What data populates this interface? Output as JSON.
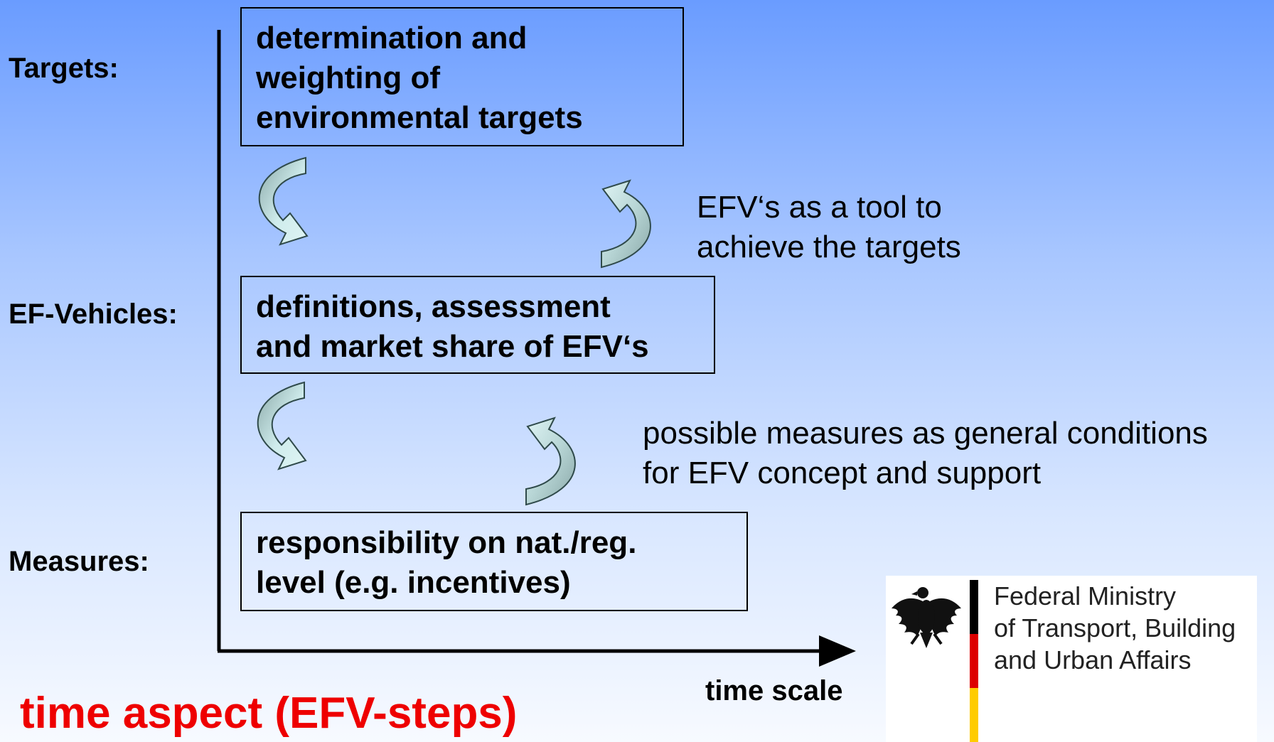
{
  "rows": {
    "targets_label": "Targets:",
    "vehicles_label": "EF-Vehicles:",
    "measures_label": "Measures:"
  },
  "boxes": {
    "targets": "determination and\nweighting of\nenvironmental targets",
    "vehicles": "definitions, assessment\nand market share of EFV‘s",
    "measures": "responsibility on nat./reg.\nlevel (e.g. incentives)"
  },
  "notes": {
    "tool": "EFV‘s as a tool to\nachieve the targets",
    "measures": "possible measures as general conditions\nfor EFV concept and support"
  },
  "axis": {
    "time_scale": "time scale"
  },
  "subtitle": "time aspect (EFV-steps)",
  "logo": {
    "text": "Federal Ministry\nof Transport, Building\nand Urban Affairs"
  },
  "colors": {
    "subtitle": "#ee0000",
    "arrow_light": "#cfecec",
    "arrow_dark": "#8aa8a8",
    "flag": [
      "#000000",
      "#dd0000",
      "#ffcc00"
    ]
  },
  "icons": [
    "down-curved-arrow-icon",
    "up-curved-arrow-icon",
    "federal-eagle-icon"
  ]
}
